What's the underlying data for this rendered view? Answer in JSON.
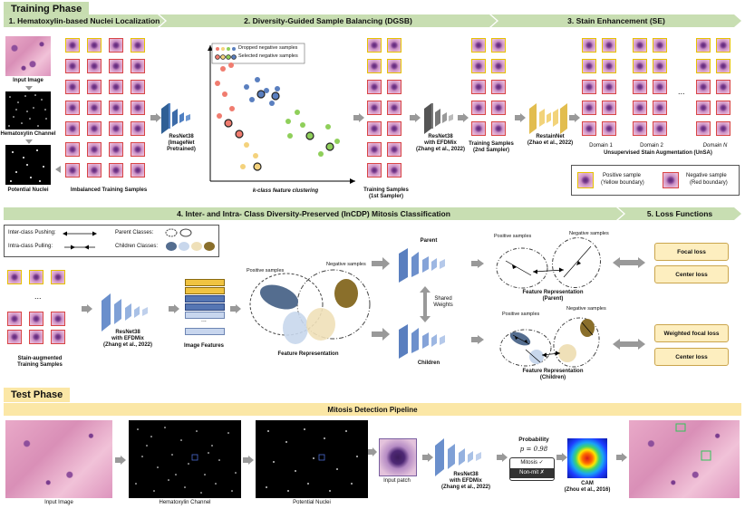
{
  "training_phase": {
    "title": "Training Phase",
    "sections": {
      "s1": "1. Hematoxylin-based Nuclei Localization",
      "s2": "2. Diversity-Guided Sample Balancing (DGSB)",
      "s3": "3. Stain Enhancement (SE)",
      "s4": "4. Inter- and Intra- Class Diversity-Preserved (InCDP) Mitosis Classification",
      "s5": "5. Loss Functions"
    },
    "stage1": {
      "input_image": "Input Image",
      "hematoxylin_channel": "Hematoxylin Channel",
      "potential_nuclei": "Potential Nuclei",
      "imbalanced": "Imbalanced Training Samples",
      "resnet_line1": "ResNet38",
      "resnet_line2": "(ImageNet",
      "resnet_line3": "Pretrained)"
    },
    "stage2": {
      "legend_dropped": "Dropped negative samples",
      "legend_selected": "Selected negative samples",
      "clustering": "k-class feature clustering",
      "training_samples_1": "Training Samples",
      "training_samples_1b": "(1st Sampler)",
      "resnet_line1": "ResNet38",
      "resnet_line2": "with EFDMix",
      "resnet_line3": "(Zhang et al., 2022)",
      "training_samples_2": "Training Samples",
      "training_samples_2b": "(2nd Sampler)"
    },
    "stage3": {
      "restainnet": "RestainNet",
      "restainnet_ref": "(Zhao et al., 2022)",
      "domain1": "Domain 1",
      "domain2": "Domain 2",
      "domainN": "Domain N",
      "ellipsis": "...",
      "unsa": "Unsupervised Stain Augmentation (UnSA)",
      "pos_sample": "Positive sample",
      "pos_note": "(Yellow boundary)",
      "neg_sample": "Negative sample",
      "neg_note": "(Red boundary)"
    },
    "stage4": {
      "legend_push": "Inter-class Pushing:",
      "legend_pull": "Intra-class Pulling:",
      "legend_parent": "Parent Classes:",
      "legend_children": "Children Classes:",
      "ellipsis": "...",
      "stain_aug": "Stain-augmented",
      "stain_aug2": "Training Samples",
      "resnet_line1": "ResNet38",
      "resnet_line2": "with EFDMix",
      "resnet_line3": "(Zhang et al., 2022)",
      "image_features": "Image Features",
      "positive_samples": "Positive samples",
      "negative_samples": "Negative samples",
      "feature_rep": "Feature Representation",
      "parent": "Parent",
      "children": "Children",
      "shared": "Shared",
      "weights": "Weights",
      "fr_parent": "Feature Representation",
      "fr_parent2": "(Parent)",
      "fr_children": "Feature Representation",
      "fr_children2": "(Children)",
      "pos_p": "Positive samples",
      "neg_p": "Negative samples",
      "pos_c": "Positive samples",
      "neg_c": "Negative samples"
    },
    "stage5": {
      "focal": "Focal loss",
      "center": "Center loss",
      "weighted_focal": "Weighted focal loss",
      "center2": "Center loss"
    }
  },
  "test_phase": {
    "title": "Test Phase",
    "pipeline": "Mitosis Detection Pipeline",
    "input_image": "Input Image",
    "hematoxylin": "Hematoxylin Channel",
    "potential_nuclei": "Potential Nuclei",
    "input_patch": "Input patch",
    "resnet_line1": "ResNet38",
    "resnet_line2": "with EFDMix",
    "resnet_line3": "(Zhang et al., 2022)",
    "probability": "Probability",
    "p_value": "p = 0.98",
    "mitosis": "Mitosis ✓",
    "non_mit": "Non-mit ✗",
    "cam": "CAM",
    "cam_ref": "(Zhou et al., 2016)"
  },
  "colors": {
    "green_band": "#c8deb2",
    "yellow_band": "#fbe7a6",
    "network_blue": "#4f7fc1",
    "network_gray": "#8a8a8a",
    "network_yellow": "#f2d37a",
    "positive_border": "#e6c200",
    "negative_border": "#d84545"
  }
}
